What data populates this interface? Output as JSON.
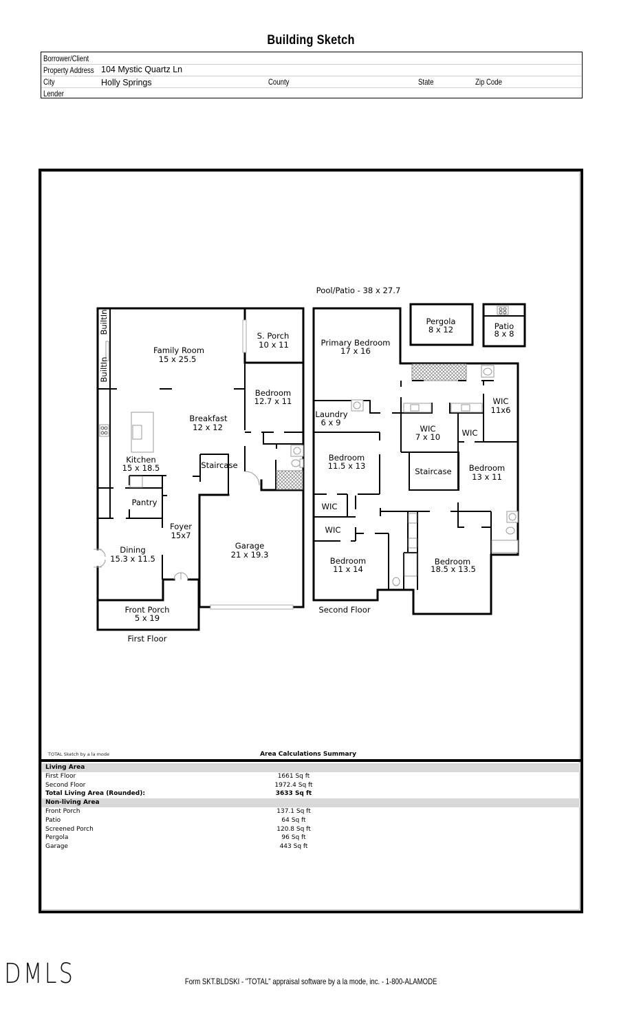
{
  "header": {
    "title": "Building Sketch"
  },
  "form": {
    "borrower_label": "Borrower/Client",
    "borrower_value": "",
    "address_label": "Property Address",
    "address_value": "104 Mystic Quartz Ln",
    "city_label": "City",
    "city_value": "Holly Springs",
    "county_label": "County",
    "county_value": "",
    "state_label": "State",
    "state_value": "",
    "zip_label": "Zip Code",
    "zip_value": "",
    "lender_label": "Lender",
    "lender_value": ""
  },
  "sketch": {
    "pool_patio": "Pool/Patio - 38 x 27.7",
    "first_floor": {
      "caption": "First Floor",
      "builtin": [
        "BuiltIn",
        "BuiltIn"
      ],
      "rooms": [
        {
          "name": "Family Room",
          "dims": "15 x 25.5"
        },
        {
          "name": "S. Porch",
          "dims": "10 x 11"
        },
        {
          "name": "Bedroom",
          "dims": "12.7 x 11"
        },
        {
          "name": "Breakfast",
          "dims": "12 x 12"
        },
        {
          "name": "Kitchen",
          "dims": "15 x 18.5"
        },
        {
          "name": "Staircase",
          "dims": ""
        },
        {
          "name": "Pantry",
          "dims": ""
        },
        {
          "name": "Foyer",
          "dims": "15x7"
        },
        {
          "name": "Dining",
          "dims": "15.3 x 11.5"
        },
        {
          "name": "Garage",
          "dims": "21 x 19.3"
        },
        {
          "name": "Front Porch",
          "dims": "5 x 19"
        }
      ]
    },
    "second_floor": {
      "caption": "Second Floor",
      "rooms": [
        {
          "name": "Pergola",
          "dims": "8 x 12"
        },
        {
          "name": "Patio",
          "dims": "8 x 8"
        },
        {
          "name": "Primary Bedroom",
          "dims": "17 x 16"
        },
        {
          "name": "Laundry",
          "dims": "6 x 9"
        },
        {
          "name": "WIC",
          "dims": "7 x 10"
        },
        {
          "name": "WIC",
          "dims": ""
        },
        {
          "name": "WIC",
          "dims": "11x6"
        },
        {
          "name": "Bedroom",
          "dims": "11.5 x 13"
        },
        {
          "name": "Staircase",
          "dims": ""
        },
        {
          "name": "Bedroom",
          "dims": "13 x 11"
        },
        {
          "name": "WIC",
          "dims": ""
        },
        {
          "name": "WIC",
          "dims": ""
        },
        {
          "name": "Bedroom",
          "dims": "11 x 14"
        },
        {
          "name": "Bedroom",
          "dims": "18.5 x 13.5"
        }
      ]
    }
  },
  "summary": {
    "credit": "TOTAL Sketch by a la mode",
    "title": "Area Calculations Summary",
    "living": {
      "header": "Living Area",
      "rows": [
        {
          "label": "First Floor",
          "value": "1661 Sq ft"
        },
        {
          "label": "Second Floor",
          "value": "1972.4 Sq ft"
        }
      ],
      "total": {
        "label": "Total Living Area (Rounded):",
        "value": "3633 Sq ft"
      }
    },
    "nonliving": {
      "header": "Non-living Area",
      "rows": [
        {
          "label": "Front Porch",
          "value": "137.1 Sq ft"
        },
        {
          "label": "Patio",
          "value": "64 Sq ft"
        },
        {
          "label": "Screened Porch",
          "value": "120.8 Sq ft"
        },
        {
          "label": "Pergola",
          "value": "96 Sq ft"
        },
        {
          "label": "Garage",
          "value": "443 Sq ft"
        }
      ]
    }
  },
  "footer": {
    "logo": "DMLS",
    "form_text": "Form SKT.BLDSKI - \"TOTAL\" appraisal software by a la mode, inc. - 1-800-ALAMODE"
  }
}
